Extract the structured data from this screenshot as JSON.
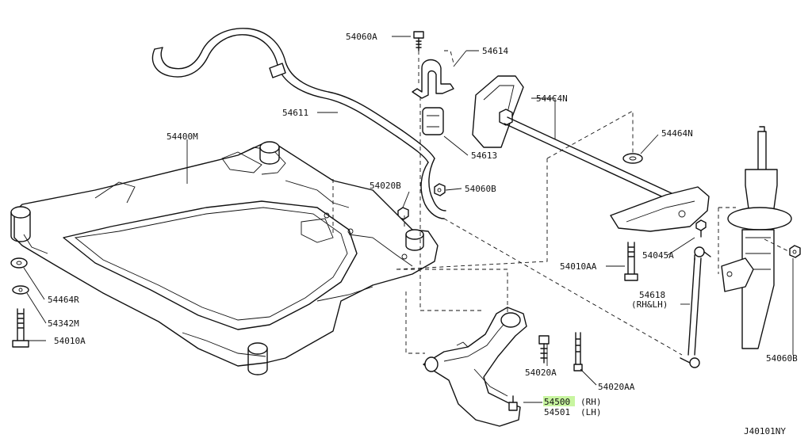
{
  "diagram_id": "J40101NY",
  "highlight_color": "#c8f5a0",
  "labels": {
    "p54060A": "54060A",
    "p54614": "54614",
    "p544C4N": "544C4N",
    "p54611": "54611",
    "p54400M": "54400M",
    "p54613": "54613",
    "p54464N": "54464N",
    "p54020B": "54020B",
    "p54060B_top": "54060B",
    "p54010AA": "54010AA",
    "p54045A": "54045A",
    "p54618": "54618",
    "p54618_side": "(RH&LH)",
    "p54464R": "54464R",
    "p54342M": "54342M",
    "p54010A": "54010A",
    "p54020A": "54020A",
    "p54020AA": "54020AA",
    "p54500": "54500",
    "p54500_side": "(RH)",
    "p54501": "54501",
    "p54501_side": "(LH)",
    "p54060B_right": "54060B"
  }
}
